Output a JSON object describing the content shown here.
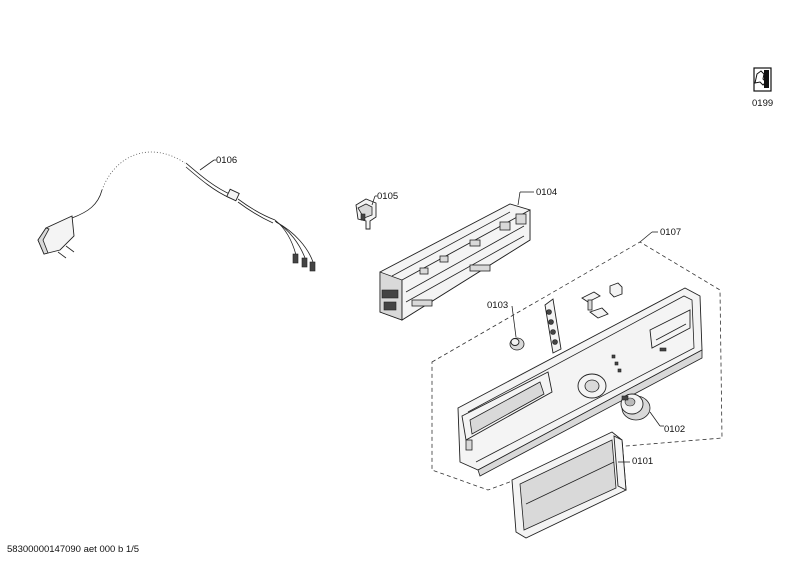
{
  "labels": {
    "service": "0199",
    "cable": "0106",
    "clip": "0105",
    "module": "0104",
    "panel_group": "0107",
    "button": "0103",
    "knob": "0102",
    "drawer": "0101"
  },
  "footer": "58300000147090 aet 000 b 1/5",
  "icons": {
    "service_icon": "wrench-tool-icon"
  }
}
